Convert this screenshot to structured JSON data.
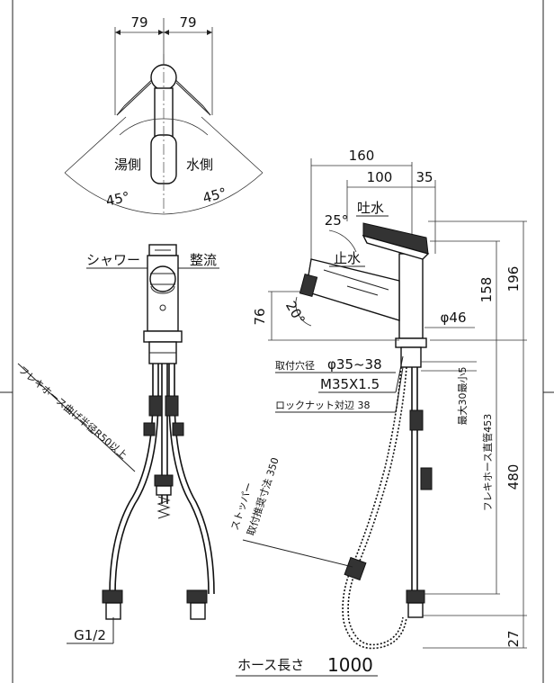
{
  "top_view": {
    "dim_left": "79",
    "dim_right": "79",
    "label_hot": "湯側",
    "label_cold": "水側",
    "angle_left": "45°",
    "angle_right": "45°"
  },
  "front_view": {
    "label_shower": "シャワー",
    "label_stream": "整流",
    "hose_bend_note": "フレキホース曲げ半径R50以上",
    "thread": "G1/2"
  },
  "side_view": {
    "dim_total_depth": "160",
    "dim_spout": "100",
    "dim_body": "35",
    "label_spout": "吐水",
    "angle_spout": "25°",
    "label_stop": "止水",
    "angle_head": "20°",
    "dim_76": "76",
    "dim_158": "158",
    "dim_196": "196",
    "dim_diameter": "φ46",
    "mount_hole_label": "取付穴径",
    "mount_hole_value": "φ35~38",
    "thread_spec": "M35X1.5",
    "locknut_label": "ロックナット対辺 38",
    "max_thickness": "最大30最小5",
    "flex_hose_note": "フレキホース直管453",
    "dim_480": "480",
    "dim_27": "27",
    "stopper_note_1": "ストッパー",
    "stopper_note_2": "取付推奨寸法 350"
  },
  "footer": {
    "hose_length_label": "ホース長さ",
    "hose_length_value": "1000"
  }
}
